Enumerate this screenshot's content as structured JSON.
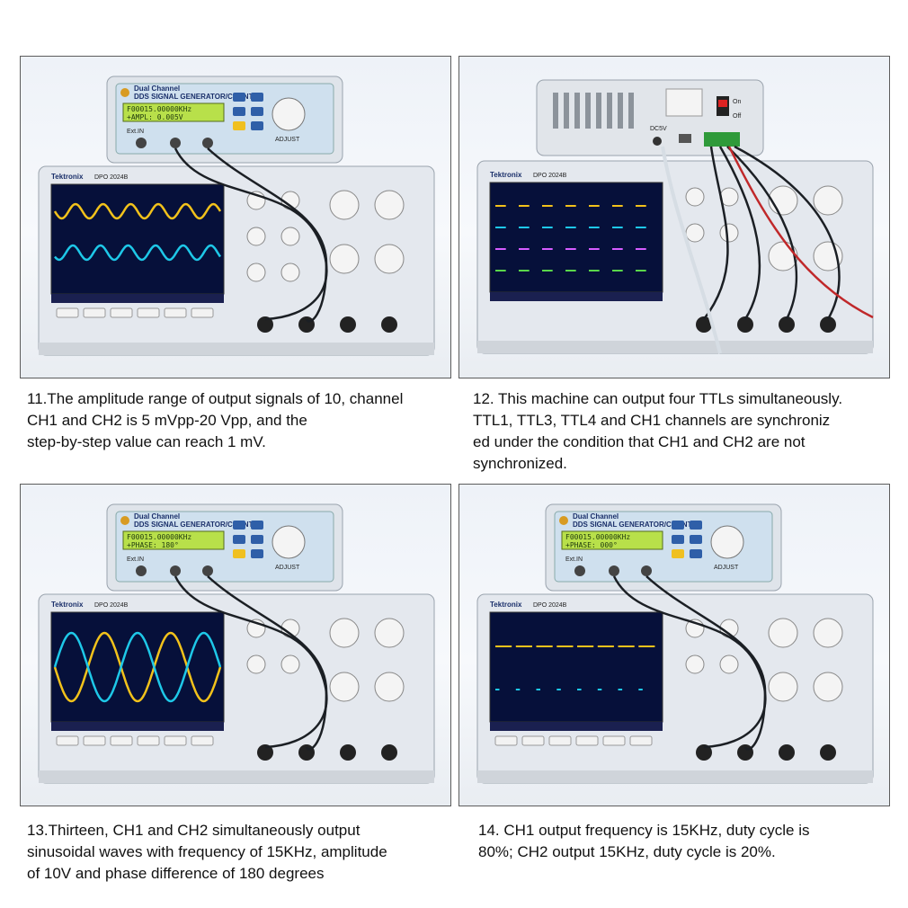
{
  "panels": [
    {
      "generator_title_line1": "Dual Channel",
      "generator_title_line2": "DDS SIGNAL GENERATOR/COUNTER",
      "lcd_line1": "F00015.00000KHz",
      "lcd_line2": "+AMPL: 0.005V",
      "scope_brand": "Tektronix",
      "scope_model": "DPO 2024B",
      "knob_label": "ADJUST",
      "ext_in_label": "Ext.IN",
      "waveform": "sine-offset"
    },
    {
      "scope_brand": "Tektronix",
      "scope_model": "DPO 2024B",
      "rear_label": "DC5V",
      "switch_label_on": "On",
      "switch_label_off": "Off",
      "waveform": "ttl"
    },
    {
      "generator_title_line1": "Dual Channel",
      "generator_title_line2": "DDS SIGNAL GENERATOR/COUNTER",
      "lcd_line1": "F00015.00000KHz",
      "lcd_line2": "+PHASE: 180°",
      "scope_brand": "Tektronix",
      "scope_model": "DPO 2024B",
      "knob_label": "ADJUST",
      "ext_in_label": "Ext.IN",
      "waveform": "sine-antiphase"
    },
    {
      "generator_title_line1": "Dual Channel",
      "generator_title_line2": "DDS SIGNAL GENERATOR/COUNTER",
      "lcd_line1": "F00015.00000KHz",
      "lcd_line2": "+PHASE: 000°",
      "scope_brand": "Tektronix",
      "scope_model": "DPO 2024B",
      "knob_label": "ADJUST",
      "ext_in_label": "Ext.IN",
      "waveform": "pulse"
    }
  ],
  "captions": [
    {
      "lines": [
        "11.The amplitude range of output signals of 10, channel",
        "CH1 and CH2 is 5 mVpp-20 Vpp, and the",
        "step-by-step value can reach 1 mV."
      ]
    },
    {
      "lines": [
        "12. This machine can output four TTLs simultaneously.",
        "TTL1, TTL3, TTL4 and CH1 channels are synchroniz",
        "ed under the condition that CH1 and CH2 are not",
        "synchronized."
      ]
    },
    {
      "lines": [
        "13.Thirteen, CH1 and CH2 simultaneously output",
        "sinusoidal waves with frequency of 15KHz, amplitude",
        "of 10V and phase difference of 180 degrees"
      ]
    },
    {
      "lines": [
        "14. CH1 output frequency is 15KHz, duty cycle is",
        "80%; CH2 output 15KHz, duty cycle is 20%."
      ]
    }
  ],
  "colors": {
    "ch1_trace": "#f2c21b",
    "ch2_trace": "#1ec8e8",
    "ch3_trace": "#d65cff",
    "ch4_trace": "#5ad64a",
    "scope_screen": "#06103a",
    "lcd_background": "#b8e04a",
    "device_body": "#e4e8ee"
  }
}
